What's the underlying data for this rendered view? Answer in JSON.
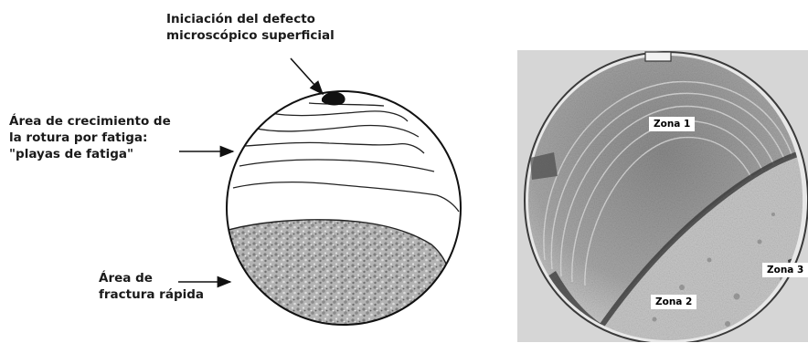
{
  "diagram": {
    "initiation_label": [
      "Iniciación del defecto",
      "microscópico superficial"
    ],
    "growth_label": [
      "Área de crecimiento de",
      "la rotura por fatiga:",
      "\"playas de fatiga\""
    ],
    "fracture_label": [
      "Área de",
      "fractura rápida"
    ]
  },
  "photo": {
    "zones": [
      "Zona 1",
      "Zona 2",
      "Zona 3"
    ]
  },
  "colors": {
    "text": "#1a1a1a",
    "rough_area": "#a9a9a9",
    "photo_background": "#d6d6d6"
  }
}
